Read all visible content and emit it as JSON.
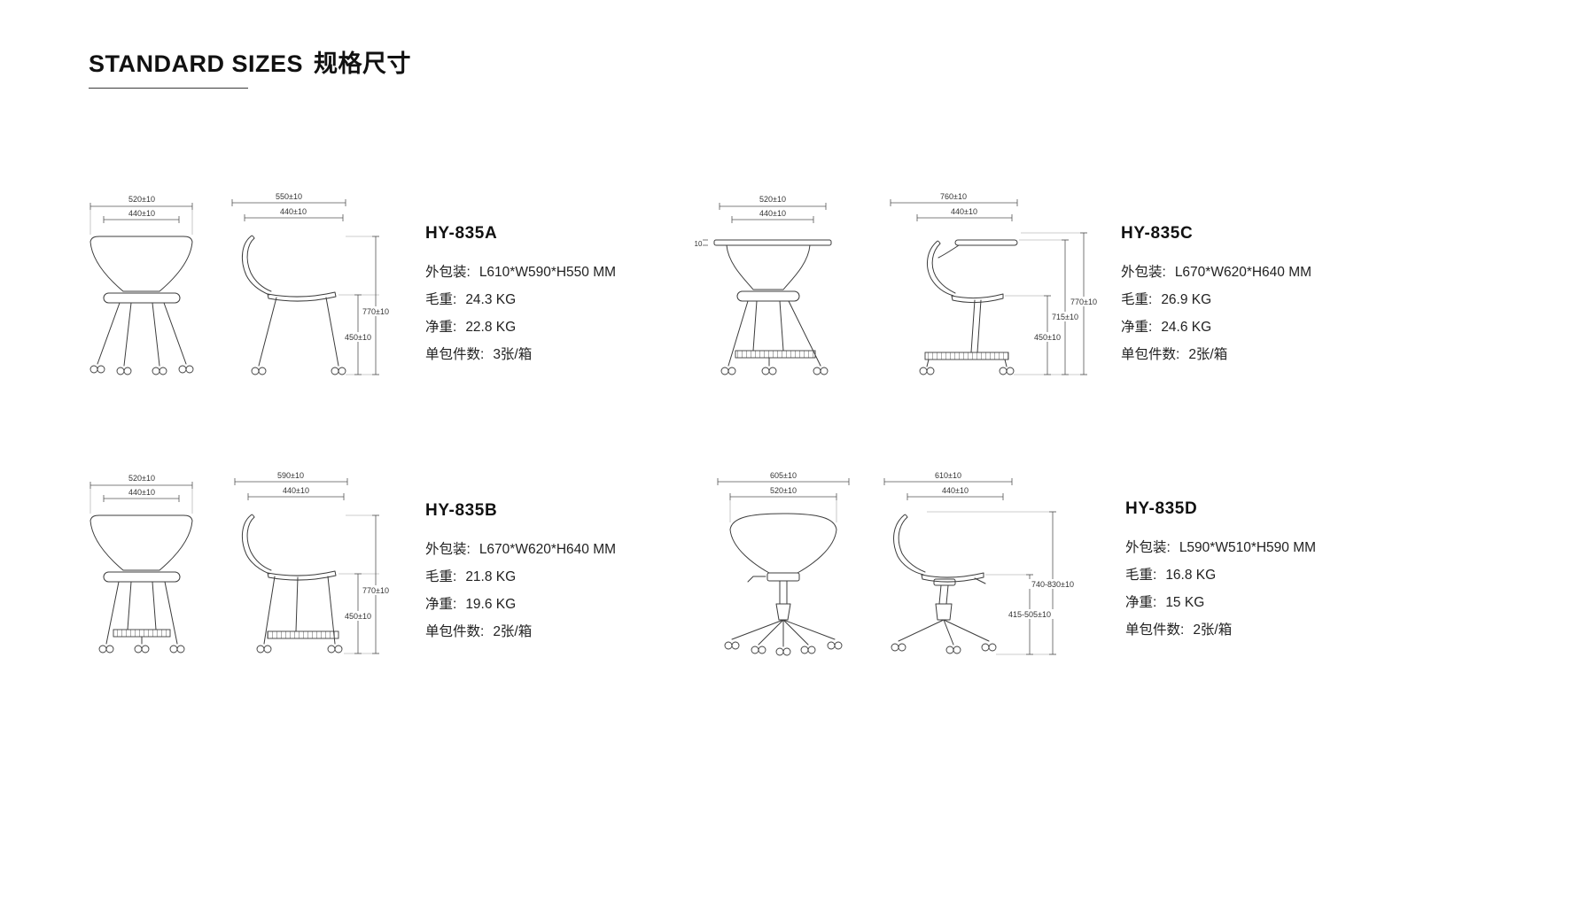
{
  "page": {
    "title_en": "STANDARD SIZES",
    "title_zh": "规格尺寸"
  },
  "spec_labels": {
    "packing": "外包装:",
    "gross_weight": "毛重:",
    "net_weight": "净重:",
    "pack_qty": "单包件数:"
  },
  "products": [
    {
      "model": "HY-835A",
      "packing": "L610*W590*H550 MM",
      "gross_weight": "24.3 KG",
      "net_weight": "22.8 KG",
      "pack_qty": "3张/箱",
      "dims": {
        "front_width": "520±10",
        "front_inner_width": "440±10",
        "side_depth": "550±10",
        "side_inner_depth": "440±10",
        "total_height": "770±10",
        "seat_height": "450±10"
      }
    },
    {
      "model": "HY-835B",
      "packing": "L670*W620*H640 MM",
      "gross_weight": "21.8 KG",
      "net_weight": "19.6 KG",
      "pack_qty": "2张/箱",
      "dims": {
        "front_width": "520±10",
        "front_inner_width": "440±10",
        "side_depth": "590±10",
        "side_inner_depth": "440±10",
        "total_height": "770±10",
        "seat_height": "450±10"
      }
    },
    {
      "model": "HY-835C",
      "packing": "L670*W620*H640 MM",
      "gross_weight": "26.9 KG",
      "net_weight": "24.6 KG",
      "pack_qty": "2张/箱",
      "dims": {
        "front_width": "520±10",
        "front_inner_width": "440±10",
        "side_depth": "760±10",
        "side_inner_depth": "440±10",
        "total_height": "770±10",
        "mid_height": "715±10",
        "seat_height": "450±10",
        "tablet_thickness": "10"
      }
    },
    {
      "model": "HY-835D",
      "packing": "L590*W510*H590 MM",
      "gross_weight": "16.8 KG",
      "net_weight": "15 KG",
      "pack_qty": "2张/箱",
      "dims": {
        "front_width": "605±10",
        "front_inner_width": "520±10",
        "side_depth": "610±10",
        "side_inner_depth": "440±10",
        "total_height": "740-830±10",
        "seat_height": "415-505±10"
      }
    }
  ]
}
